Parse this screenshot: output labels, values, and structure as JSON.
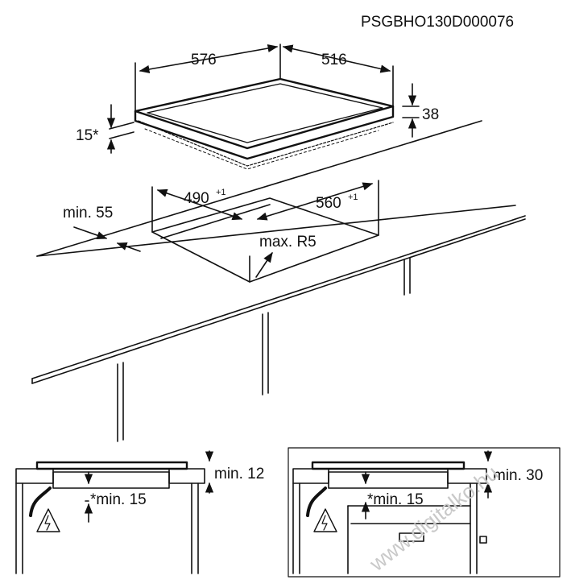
{
  "diagram": {
    "code": "PSGBHO130D000076",
    "dimensions": {
      "width": "576",
      "depth": "516",
      "height": "38",
      "glass_edge": "15*",
      "cutout_width": "490",
      "cutout_width_tol": "+1",
      "cutout_depth": "560",
      "cutout_depth_tol": "+1",
      "front_min": "min. 55",
      "corner_radius": "max. R5"
    },
    "install_left": {
      "clearance_top": "min. 12",
      "clearance_below": "*min. 15"
    },
    "install_right": {
      "clearance_top": "min. 30",
      "clearance_below": "*min. 15"
    },
    "watermark": "www.digitalko.hu",
    "icons": [
      "electrical-warning-icon",
      "electrical-warning-icon"
    ]
  }
}
